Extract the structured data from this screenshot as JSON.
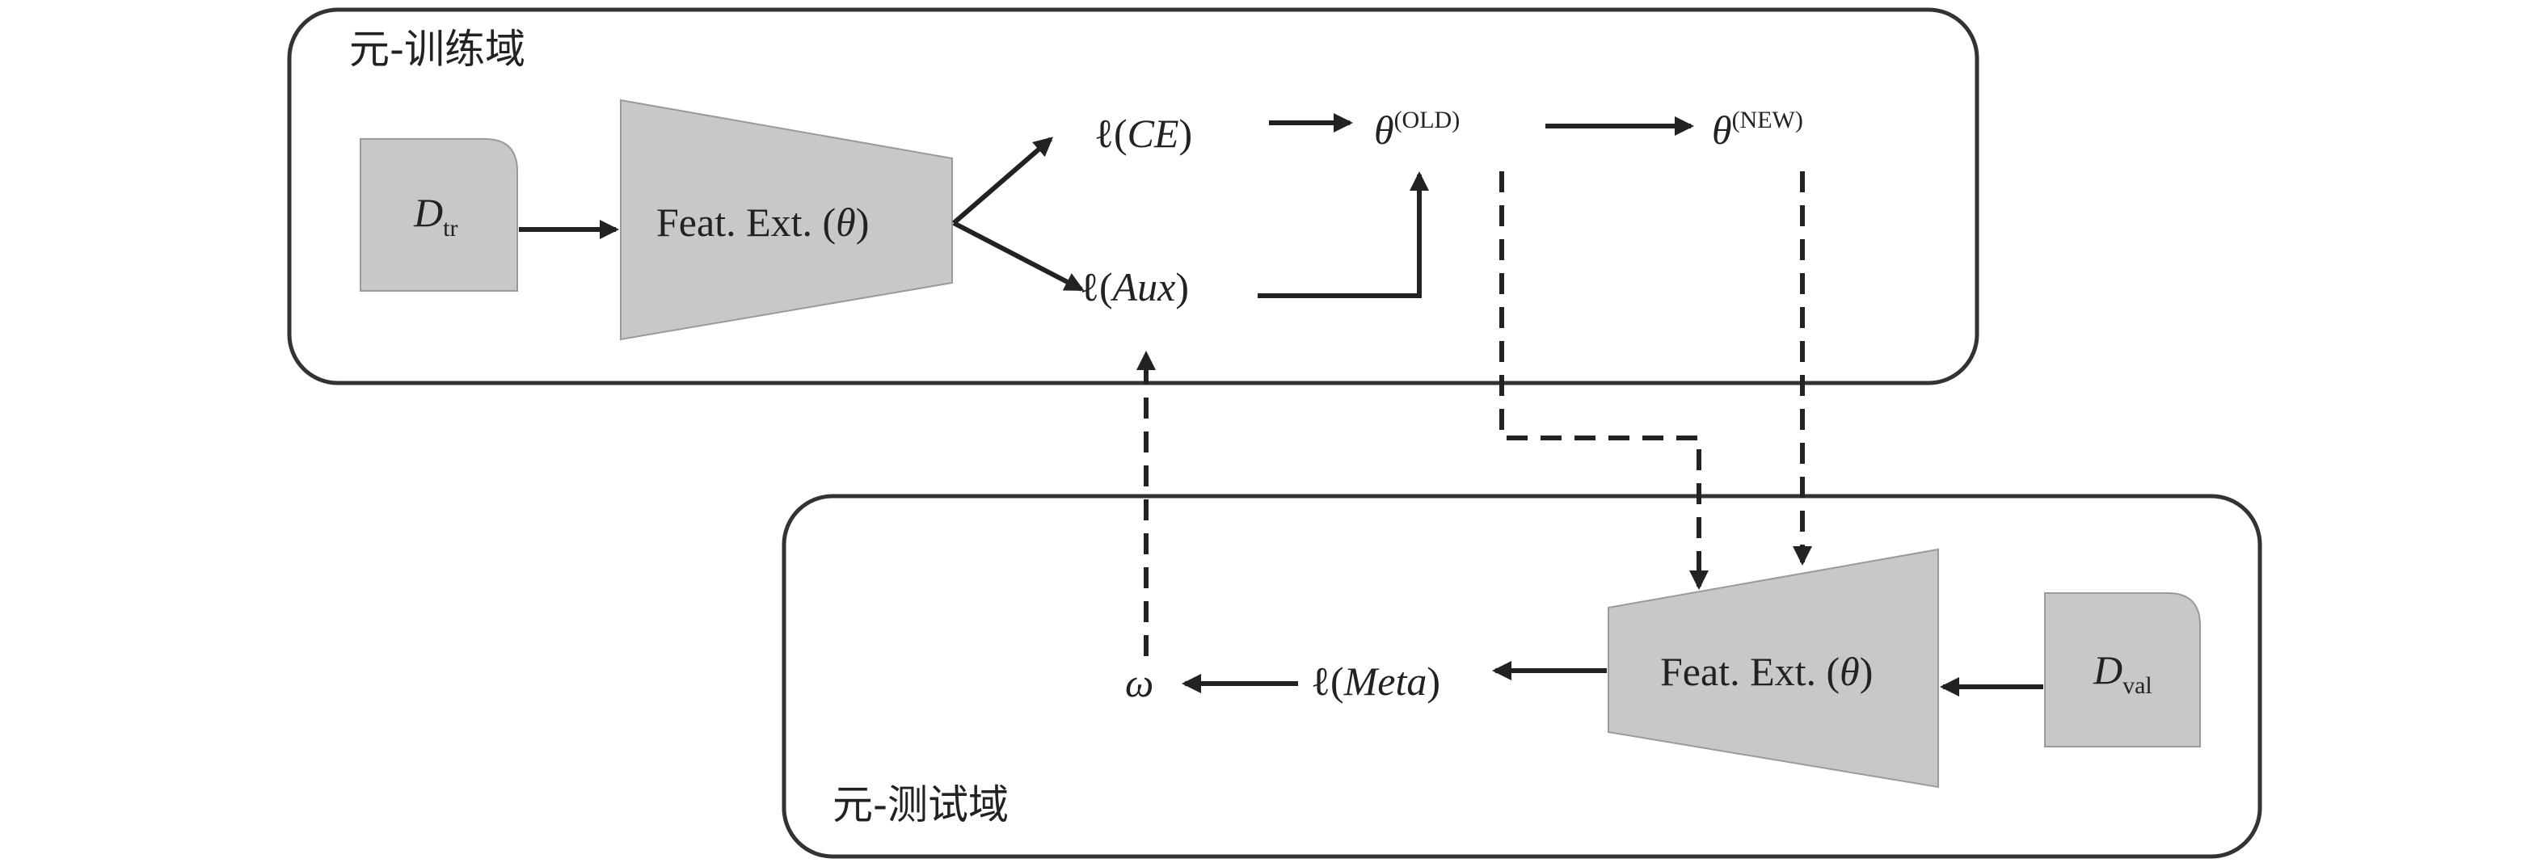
{
  "regions": {
    "train_title": "元-训练域",
    "test_title": "元-测试域"
  },
  "inputs": {
    "train_data_symbol": "D",
    "train_data_subscript": "tr",
    "val_data_symbol": "D",
    "val_data_subscript": "val"
  },
  "extractor": {
    "label_prefix": "Feat. Ext. (",
    "param": "θ",
    "label_suffix": ")"
  },
  "losses": {
    "ell": "ℓ",
    "ce": "CE",
    "aux": "Aux",
    "meta": "Meta",
    "open": "(",
    "close": ")"
  },
  "params": {
    "theta": "θ",
    "old": "(OLD)",
    "new": "(NEW)",
    "omega": "ω"
  },
  "colors": {
    "box_fill": "#c8c8c8",
    "line": "#222222",
    "frame": "#333333"
  }
}
